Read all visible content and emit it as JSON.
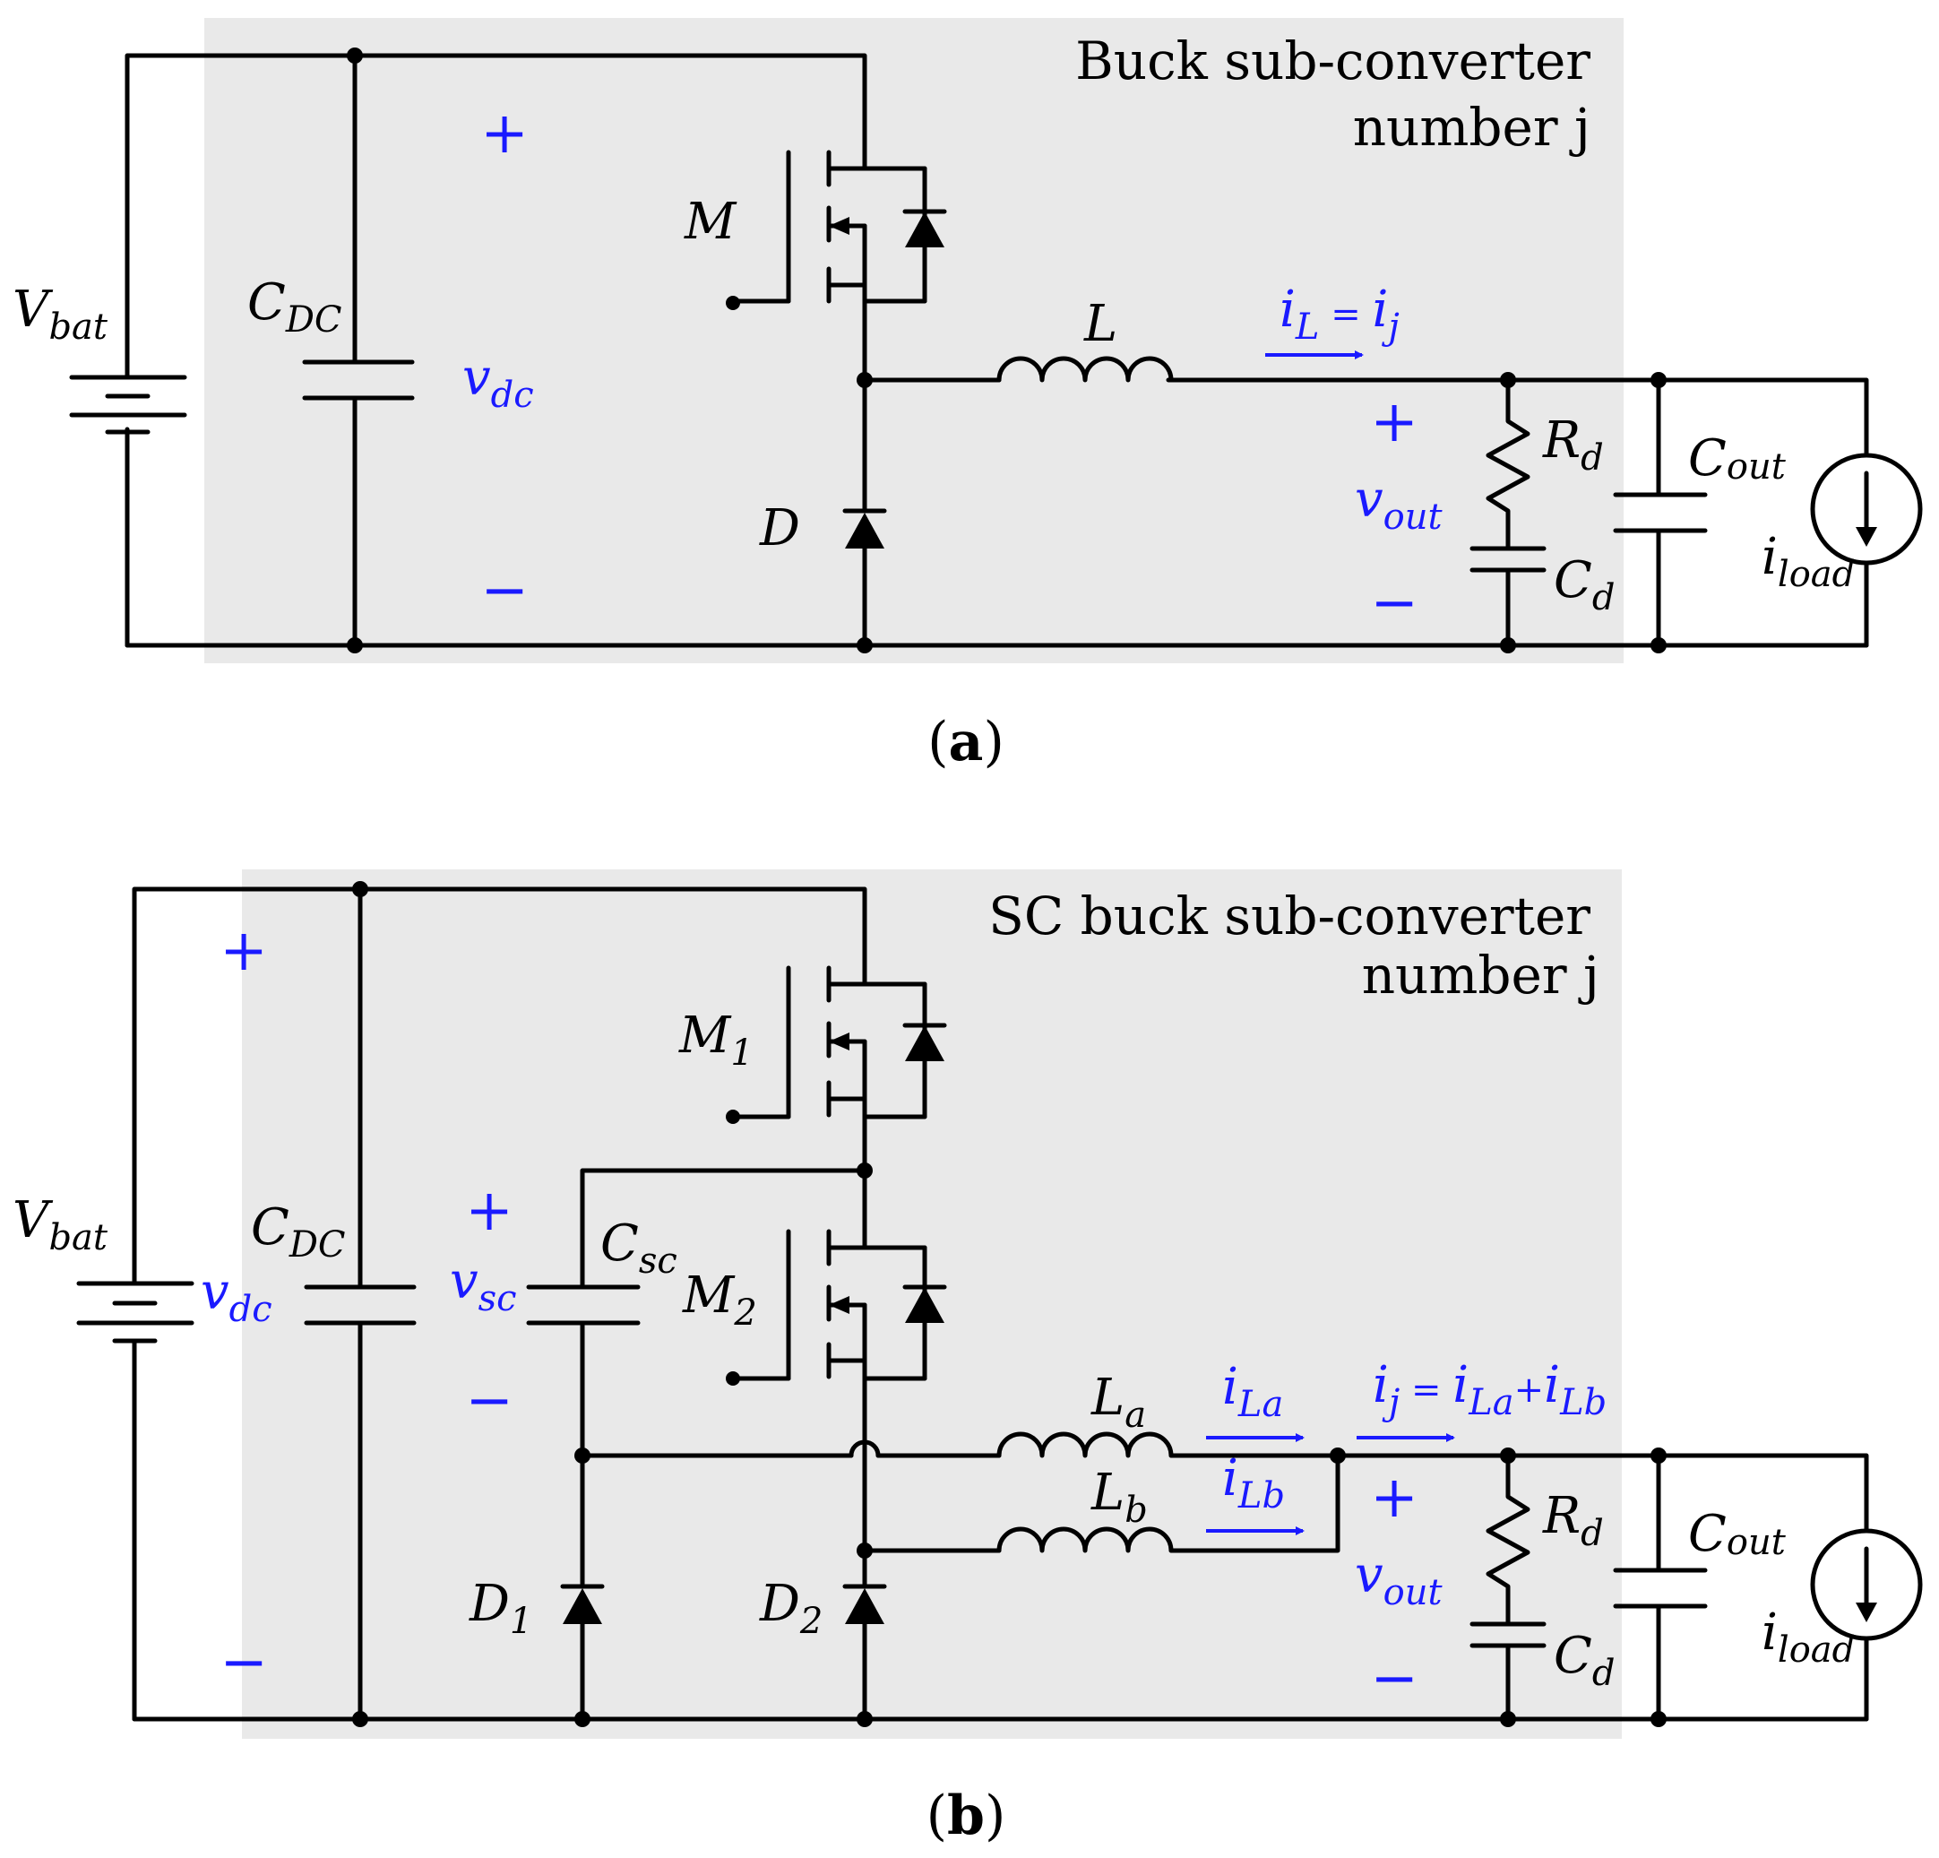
{
  "panel_a": {
    "title_line1": "Buck sub-converter",
    "title_line2": "number j",
    "caption_open": "(",
    "caption_letter": "a",
    "caption_close": ")",
    "v_bat": {
      "main": "V",
      "sub": "bat"
    },
    "c_dc": {
      "main": "C",
      "sub": "DC"
    },
    "v_dc": {
      "main": "v",
      "sub": "dc"
    },
    "m": "M",
    "d": "D",
    "l": "L",
    "i_l": {
      "main": "i",
      "sub": "L",
      "eq": " = ",
      "main2": "i",
      "sub2": "j"
    },
    "v_out": {
      "main": "v",
      "sub": "out"
    },
    "r_d": {
      "main": "R",
      "sub": "d"
    },
    "c_d": {
      "main": "C",
      "sub": "d"
    },
    "c_out": {
      "main": "C",
      "sub": "out"
    },
    "i_load": {
      "main": "i",
      "sub": "load"
    },
    "plus": "+",
    "minus": "−"
  },
  "panel_b": {
    "title_line1": "SC buck sub-converter",
    "title_line2": "number j",
    "caption_open": "(",
    "caption_letter": "b",
    "caption_close": ")",
    "v_bat": {
      "main": "V",
      "sub": "bat"
    },
    "c_dc": {
      "main": "C",
      "sub": "DC"
    },
    "v_dc": {
      "main": "v",
      "sub": "dc"
    },
    "v_sc": {
      "main": "v",
      "sub": "sc"
    },
    "c_sc": {
      "main": "C",
      "sub": "sc"
    },
    "m1": {
      "main": "M",
      "sub": "1"
    },
    "m2": {
      "main": "M",
      "sub": "2"
    },
    "d1": {
      "main": "D",
      "sub": "1"
    },
    "d2": {
      "main": "D",
      "sub": "2"
    },
    "l_a": {
      "main": "L",
      "sub": "a"
    },
    "l_b": {
      "main": "L",
      "sub": "b"
    },
    "i_la": {
      "main": "i",
      "sub": "La"
    },
    "i_lb": {
      "main": "i",
      "sub": "Lb"
    },
    "i_j": {
      "main": "i",
      "sub": "j",
      "eq": " = ",
      "main2": "i",
      "sub2": "La",
      "plus": "+",
      "main3": "i",
      "sub3": "Lb"
    },
    "v_out": {
      "main": "v",
      "sub": "out"
    },
    "r_d": {
      "main": "R",
      "sub": "d"
    },
    "c_d": {
      "main": "C",
      "sub": "d"
    },
    "c_out": {
      "main": "C",
      "sub": "out"
    },
    "i_load": {
      "main": "i",
      "sub": "load"
    },
    "plus": "+",
    "minus": "−"
  },
  "colors": {
    "wire": "#000000",
    "annotation": "#1a1aff",
    "panel_bg": "#e9e9e9"
  }
}
